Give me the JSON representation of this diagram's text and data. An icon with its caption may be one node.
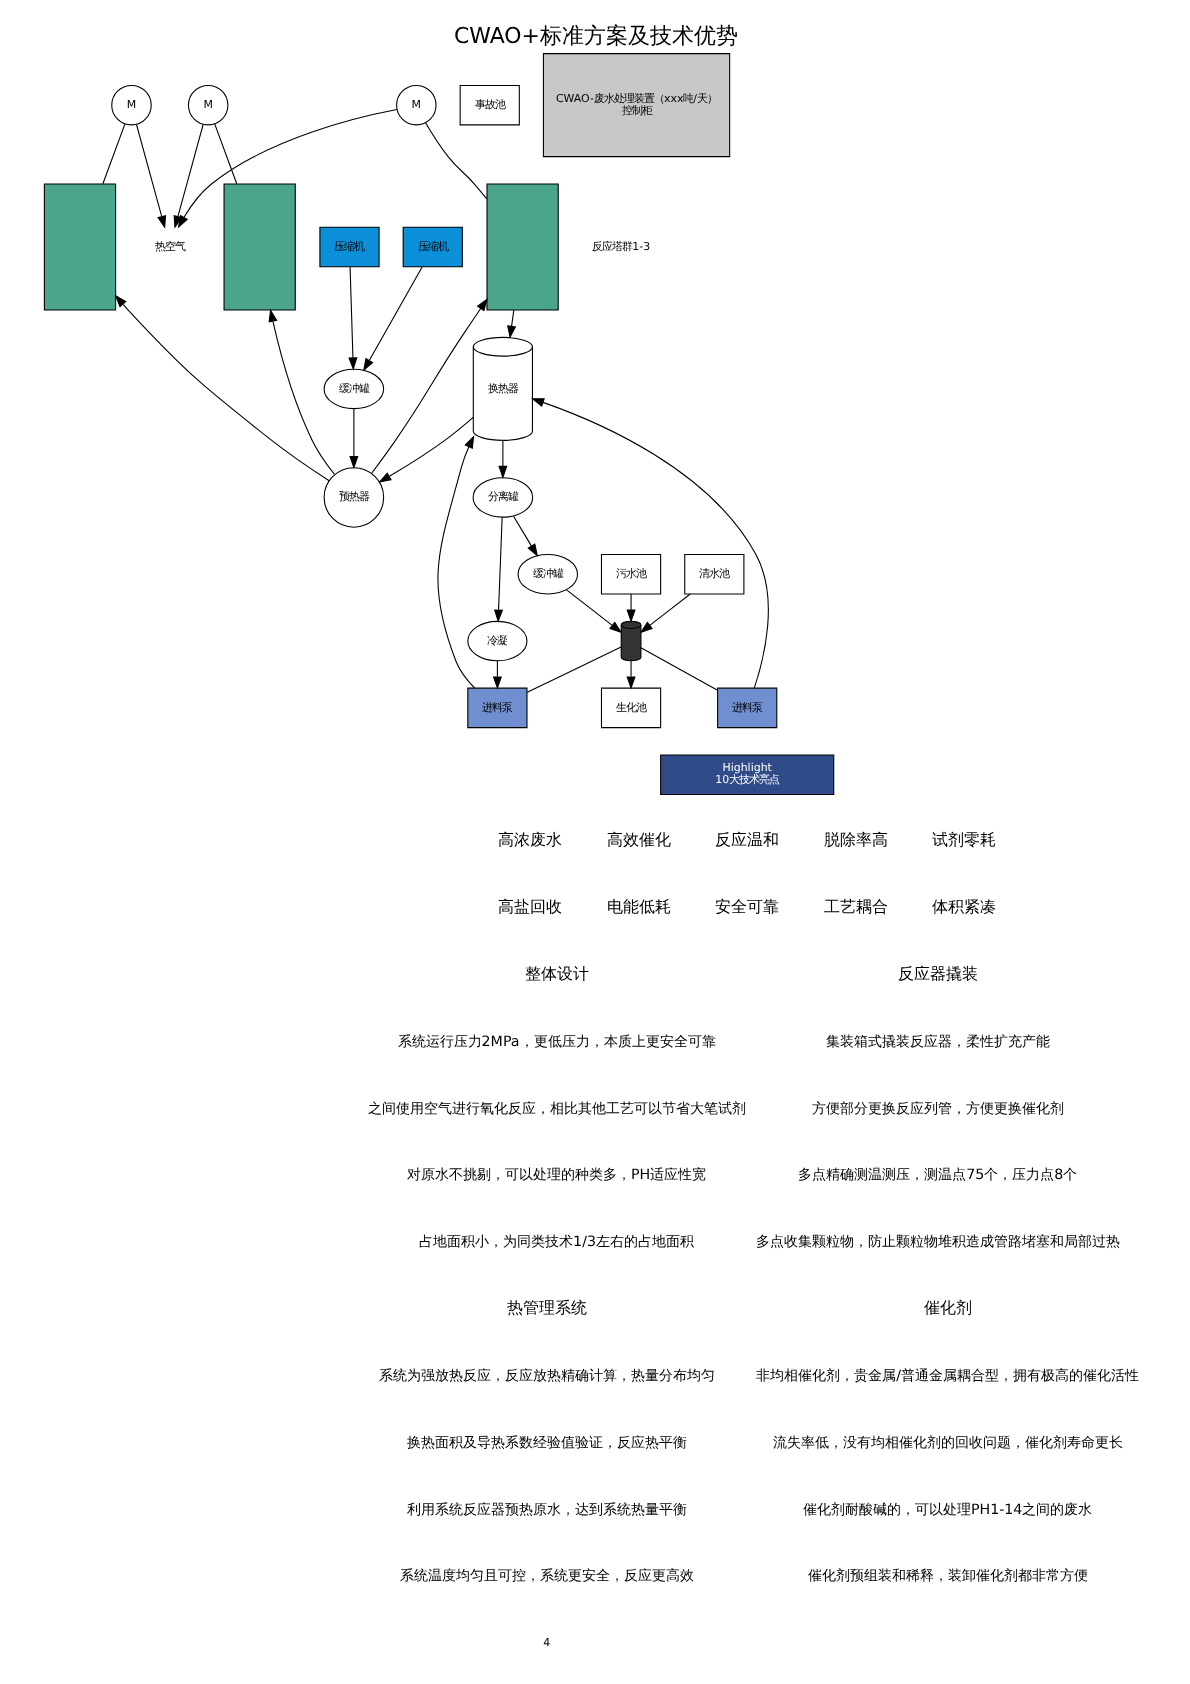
{
  "diagram": {
    "title": "CWAO+标准方案及技术优势",
    "nodes": [
      {
        "text": [
          "M"
        ]
      },
      {
        "text": [
          "M"
        ]
      },
      {
        "text": [
          "M"
        ]
      },
      {
        "text": [],
        "shape": "box"
      },
      {
        "text": [],
        "shape": "box"
      },
      {
        "text": [],
        "shape": "box"
      },
      {
        "text": [
          "热空气"
        ]
      },
      {
        "text": [
          "换热器"
        ]
      },
      {
        "text": [
          "预热器"
        ]
      },
      {
        "text": [
          "事故池"
        ]
      },
      {
        "text": [
          "清水池"
        ]
      },
      {
        "text": [
          "污水池"
        ]
      },
      {
        "text": [
          "生化池"
        ]
      },
      {
        "text": [],
        "shape": "cylinder"
      },
      {
        "text": [
          "进料泵"
        ]
      },
      {
        "text": [
          "进料泵"
        ]
      },
      {
        "text": [
          "冷凝"
        ]
      },
      {
        "text": [
          "分离罐"
        ]
      },
      {
        "text": [
          "缓冲罐"
        ]
      },
      {
        "text": [
          "缓冲罐"
        ]
      },
      {
        "text": [
          "压缩机"
        ]
      },
      {
        "text": [
          "压缩机"
        ]
      },
      {
        "text": [
          "CWAO-废水处理装置（xxx吨/天）",
          "控制柜"
        ]
      },
      {
        "text": [
          "Highlight",
          "10大技术亮点"
        ]
      }
    ],
    "edges": [
      {
        "from": 0,
        "to": 6,
        "arrow": "to"
      },
      {
        "from": 1,
        "to": 6,
        "arrow": "to"
      },
      {
        "from": 2,
        "to": 6,
        "arrow": "to"
      },
      {
        "from": 0,
        "to": 3,
        "arrow": "none"
      },
      {
        "from": 1,
        "to": 4,
        "arrow": "none"
      },
      {
        "from": 2,
        "to": 5,
        "arrow": "none"
      },
      {
        "from": 5,
        "to": 7,
        "arrow": "to"
      },
      {
        "from": 8,
        "to": 3,
        "arrow": "to"
      },
      {
        "from": 8,
        "to": 4,
        "arrow": "to"
      },
      {
        "from": 8,
        "to": 5,
        "arrow": "to"
      },
      {
        "from": 7,
        "to": 8,
        "arrow": "to"
      },
      {
        "from": 19,
        "to": 8,
        "arrow": "to"
      },
      {
        "from": 20,
        "to": 19,
        "arrow": "to"
      },
      {
        "from": 21,
        "to": 19,
        "arrow": "to"
      },
      {
        "from": 10,
        "to": 13,
        "arrow": "to"
      },
      {
        "from": 11,
        "to": 13,
        "arrow": "to"
      },
      {
        "from": 13,
        "to": 12,
        "arrow": "to"
      },
      {
        "from": 13,
        "to": 14,
        "arrow": "none"
      },
      {
        "from": 13,
        "to": 15,
        "arrow": "none"
      },
      {
        "from": 14,
        "to": 7,
        "arrow": "to"
      },
      {
        "from": 15,
        "to": 7,
        "arrow": "to"
      },
      {
        "from": 7,
        "to": 17,
        "arrow": "to"
      },
      {
        "from": 17,
        "to": 16,
        "arrow": "to"
      },
      {
        "from": 16,
        "to": 15,
        "arrow": "to"
      },
      {
        "from": 17,
        "to": 18,
        "arrow": "to"
      },
      {
        "from": 18,
        "to": 13,
        "arrow": "to"
      }
    ],
    "labels": [
      "反应塔群1-3",
      "整体设计",
      "系统运行压力2MPa，更低压力，本质上更安全可靠",
      "之间使用空气进行氧化反应，相比其他工艺可以节省大笔试剂",
      "对原水不挑剔，可以处理的种类多，PH适应性宽",
      "占地面积小，为同类技术1/3左右的占地面积",
      "反应器撬装",
      "集装箱式撬装反应器，柔性扩充产能",
      "方便部分更换反应列管，方便更换催化剂",
      "多点精确测温测压，测温点75个，压力点8个",
      "多点收集颗粒物，防止颗粒物堆积造成管路堵塞和局部过热",
      "热管理系统",
      "系统为强放热反应，反应放热精确计算，热量分布均匀",
      "换热面积及导热系数经验值验证，反应热平衡",
      "利用系统反应器预热原水，达到系统热量平衡",
      "系统温度均匀且可控，系统更安全，反应更高效",
      "催化剂",
      "非均相催化剂，贵金属/普通金属耦合型，拥有极高的催化活性",
      "流失率低，没有均相催化剂的回收问题，催化剂寿命更长",
      "催化剂耐酸碱的，可以处理PH1-14之间的废水",
      "催化剂预组装和稀释，装卸催化剂都非常方便",
      "高浓废水",
      "高效催化",
      "反应温和",
      "脱除率高",
      "试剂零耗",
      "高盐回收",
      "电能低耗",
      "安全可靠",
      "工艺耦合",
      "体积紧凑",
      "4"
    ]
  }
}
